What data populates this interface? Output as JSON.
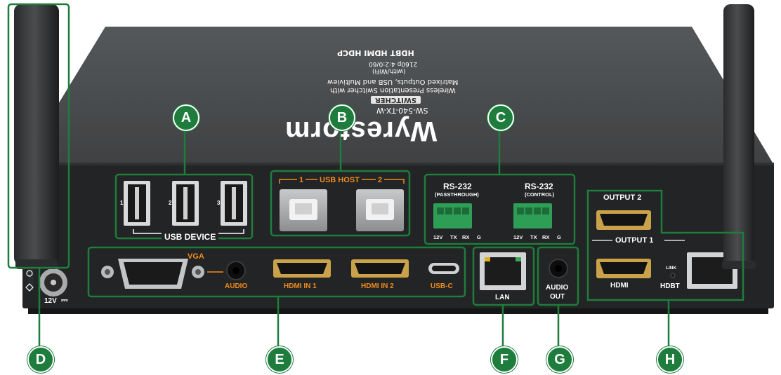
{
  "brand": {
    "logo_text": "Wyrestorm",
    "model": "SW-540-TX-W",
    "category_badge": "SWITCHER",
    "description_lines": [
      "Wireless Presentation Switcher with",
      "Matrixed Outputs, USB and Multiview",
      "(with/WiFi)",
      "2160p 4:2:0/60"
    ],
    "logos": "HDBT  HDMI  HDCP"
  },
  "callouts": [
    "A",
    "B",
    "C",
    "D",
    "E",
    "F",
    "G",
    "H"
  ],
  "ports": {
    "usb_device": {
      "label": "USB DEVICE",
      "numbers": [
        "1",
        "2",
        "3"
      ]
    },
    "usb_host": {
      "label": "USB HOST",
      "numbers": [
        "1",
        "2"
      ]
    },
    "rs232_passthrough": {
      "title": "RS-232",
      "subtitle": "(PASSTHROUGH)",
      "pins": [
        "12V",
        "TX",
        "RX",
        "G"
      ]
    },
    "rs232_control": {
      "title": "RS-232",
      "subtitle": "(CONTROL)",
      "pins": [
        "12V",
        "TX",
        "RX",
        "G"
      ]
    },
    "power": {
      "label": "12V",
      "symbol": "⎓"
    },
    "vga": "VGA",
    "audio": "AUDIO",
    "hdmi_in_1": "HDMI IN 1",
    "hdmi_in_2": "HDMI IN 2",
    "usb_c": "USB-C",
    "lan": "LAN",
    "audio_out": [
      "AUDIO",
      "OUT"
    ],
    "output_2": "OUTPUT 2",
    "output_1": "OUTPUT 1",
    "hdmi": "HDMI",
    "link": "LINK",
    "hdbt": "HDBT"
  },
  "colors": {
    "callout_green": "#1e7d3c",
    "port_orange": "#f08c1e",
    "panel_dark": "#232425",
    "top_gray": "#4b4d4f"
  }
}
